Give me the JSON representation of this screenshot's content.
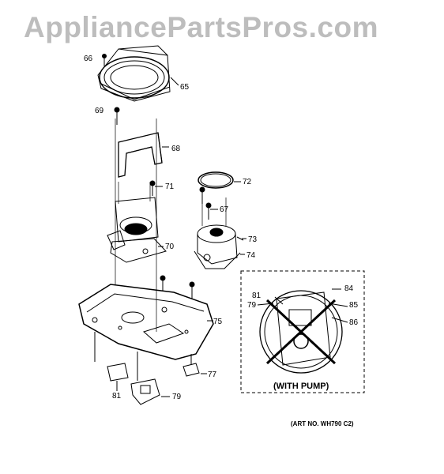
{
  "watermark": "AppliancePartsPros.com",
  "callouts": [
    "66",
    "65",
    "69",
    "68",
    "71",
    "72",
    "67",
    "73",
    "70",
    "74",
    "75",
    "77",
    "81",
    "79",
    "84",
    "79",
    "85",
    "86",
    "81"
  ],
  "inset": {
    "caption": "(WITH PUMP)"
  },
  "art_number": "(ART NO. WH790 C2)"
}
